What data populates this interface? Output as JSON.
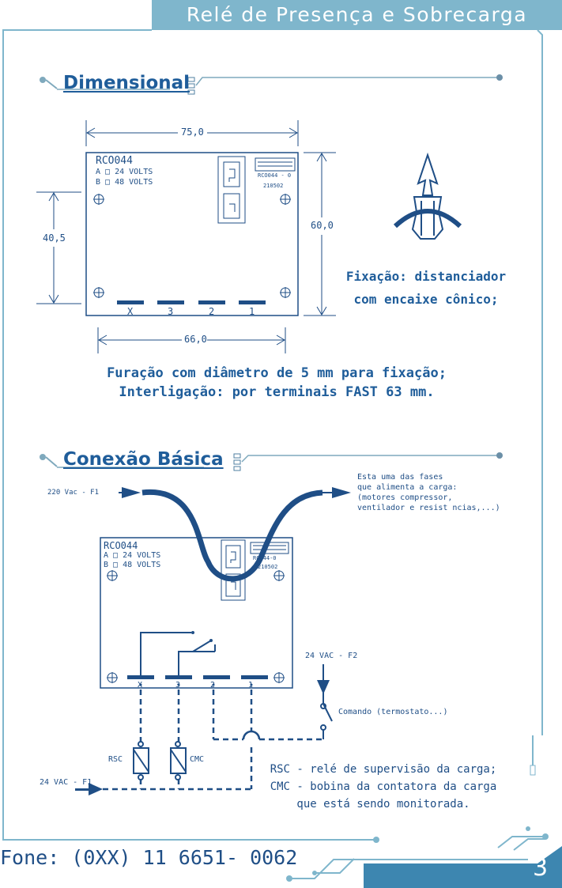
{
  "header": {
    "title": "Relé de Presença e Sobrecarga"
  },
  "dimensional": {
    "title": "Dimensional",
    "dim_width": "75,0",
    "dim_height": "60,0",
    "dim_left": "40,5",
    "dim_bottom": "66,0",
    "board_model": "RCO044",
    "option_a": "A □ 24 VOLTS",
    "option_b": "B □ 48 VOLTS",
    "logo_code": "RCO044 - 0",
    "logo_date": "210502",
    "terminals": [
      "X",
      "3",
      "2",
      "1"
    ],
    "fixacao_line1": "Fixação: distanciador",
    "fixacao_line2": "com encaixe cônico;",
    "note_line1": "Furação com diâmetro de 5 mm para fixação;",
    "note_line2": "Interligação: por terminais FAST 63 mm."
  },
  "conexao": {
    "title": "Conexão Básica",
    "input_label": "220 Vac  -  F1",
    "output_note": [
      "Esta   uma das fases",
      "que alimenta a carga:",
      "(motores compressor,",
      "ventilador e resist ncias,...)"
    ],
    "board_model": "RCO044",
    "option_a": "A □ 24 VOLTS",
    "option_b": "B □ 48 VOLTS",
    "logo_code": "RCO44-0",
    "logo_date": "210502",
    "terminals": [
      "X",
      "3",
      "2",
      "1"
    ],
    "f2_label": "24 VAC  -  F2",
    "comando_label": "Comando (termostato...)",
    "rsc": "RSC",
    "cmc": "CMC",
    "f1_label": "24 VAC  -  F1",
    "legend": [
      "RSC - relé de supervisão da carga;",
      "CMC - bobina da contatora da carga",
      "que está sendo monitorada."
    ]
  },
  "footer": {
    "phone": "Fone: (0XX) 11 6651- 0062",
    "page_number": "3"
  }
}
